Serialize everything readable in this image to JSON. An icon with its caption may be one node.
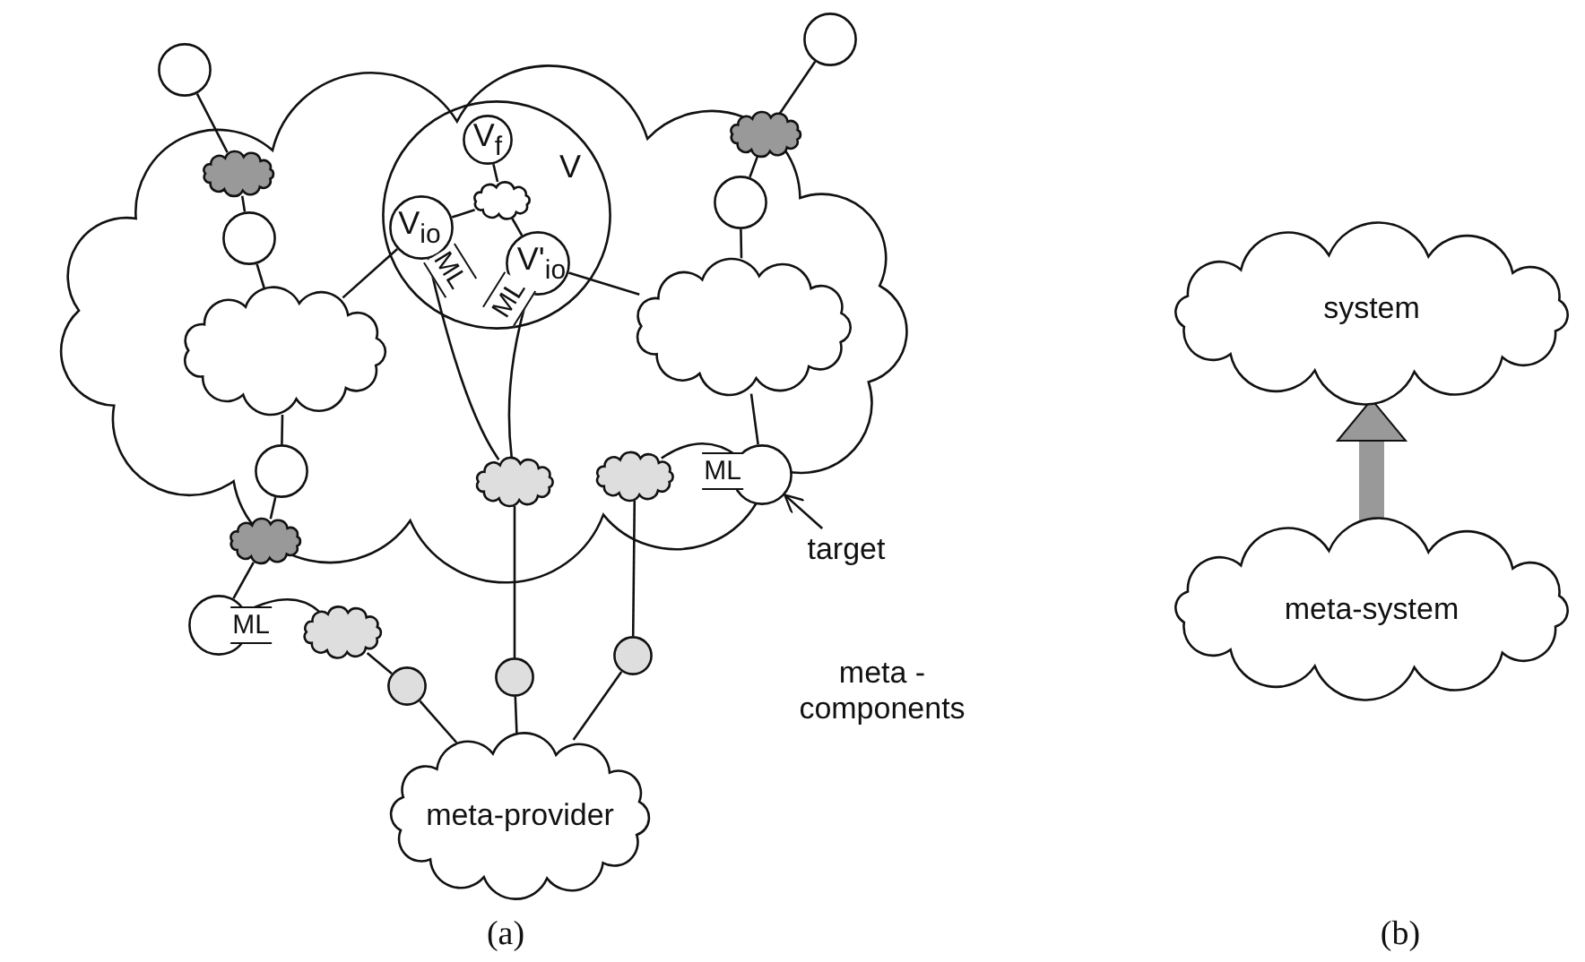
{
  "diagram": {
    "nodes": [
      {
        "text": [],
        "shape": "cloud"
      },
      {
        "text": [],
        "shape": "circle"
      },
      {
        "text": [],
        "shape": "cloud",
        "in": 0
      },
      {
        "text": [],
        "shape": "circle",
        "in": 0
      },
      {
        "text": [],
        "shape": "cloud",
        "in": 0
      },
      {
        "text": [],
        "shape": "circle",
        "in": 0
      },
      {
        "text": [],
        "shape": "cloud"
      },
      {
        "text": [
          "ML"
        ]
      },
      {
        "text": [],
        "shape": "cloud"
      },
      {
        "text": [],
        "shape": "circle"
      },
      {
        "text": [],
        "shape": "circle"
      },
      {
        "text": [],
        "shape": "circle"
      },
      {
        "text": [
          "meta-provider"
        ]
      },
      {
        "text": [
          "V"
        ],
        "in": 0
      },
      {
        "text": [
          "V$_{f}$"
        ],
        "in": 13
      },
      {
        "text": [],
        "shape": "cloud",
        "in": 13
      },
      {
        "text": [
          "V$_{io}$",
          "ML"
        ],
        "in": 13
      },
      {
        "text": [
          "V'$_{io}$",
          "ML"
        ],
        "in": 13
      },
      {
        "text": [],
        "shape": "circle"
      },
      {
        "text": [],
        "shape": "cloud",
        "in": 0
      },
      {
        "text": [],
        "shape": "circle",
        "in": 0
      },
      {
        "text": [],
        "shape": "cloud",
        "in": 0
      },
      {
        "text": [],
        "shape": "cloud",
        "in": 0
      },
      {
        "text": [],
        "shape": "cloud",
        "in": 0
      },
      {
        "text": [
          "ML"
        ],
        "in": 0
      },
      {
        "text": [
          "system"
        ]
      },
      {
        "text": [
          "meta-system"
        ]
      },
      {
        "text": [
          "target"
        ]
      }
    ],
    "edges": [
      {
        "from": 1,
        "to": 2,
        "arrow": "none"
      },
      {
        "from": 2,
        "to": 3,
        "arrow": "none"
      },
      {
        "from": 3,
        "to": 4,
        "arrow": "none"
      },
      {
        "from": 4,
        "to": 5,
        "arrow": "none"
      },
      {
        "from": 5,
        "to": 6,
        "arrow": "none"
      },
      {
        "from": 6,
        "to": 7,
        "arrow": "none"
      },
      {
        "from": 7,
        "to": 8,
        "arrow": "none"
      },
      {
        "from": 8,
        "to": 9,
        "arrow": "none"
      },
      {
        "from": 9,
        "to": 12,
        "arrow": "none"
      },
      {
        "from": 4,
        "to": 16,
        "arrow": "none"
      },
      {
        "from": 14,
        "to": 15,
        "arrow": "none"
      },
      {
        "from": 15,
        "to": 16,
        "arrow": "none"
      },
      {
        "from": 15,
        "to": 17,
        "arrow": "none"
      },
      {
        "from": 17,
        "to": 21,
        "arrow": "none"
      },
      {
        "from": 16,
        "to": 22,
        "arrow": "none"
      },
      {
        "from": 17,
        "to": 22,
        "arrow": "none"
      },
      {
        "from": 22,
        "to": 10,
        "arrow": "none"
      },
      {
        "from": 10,
        "to": 12,
        "arrow": "none"
      },
      {
        "from": 18,
        "to": 19,
        "arrow": "none"
      },
      {
        "from": 19,
        "to": 20,
        "arrow": "none"
      },
      {
        "from": 20,
        "to": 21,
        "arrow": "none"
      },
      {
        "from": 21,
        "to": 24,
        "arrow": "none"
      },
      {
        "from": 24,
        "to": 23,
        "arrow": "none"
      },
      {
        "from": 23,
        "to": 11,
        "arrow": "none"
      },
      {
        "from": 11,
        "to": 12,
        "arrow": "none"
      },
      {
        "from": 27,
        "to": 24,
        "arrow": "to"
      },
      {
        "from": 26,
        "to": 25,
        "arrow": "to",
        "style": "thick",
        "color": "#999999"
      }
    ],
    "labels": [
      "meta - components",
      "(a)",
      "(b)"
    ]
  }
}
